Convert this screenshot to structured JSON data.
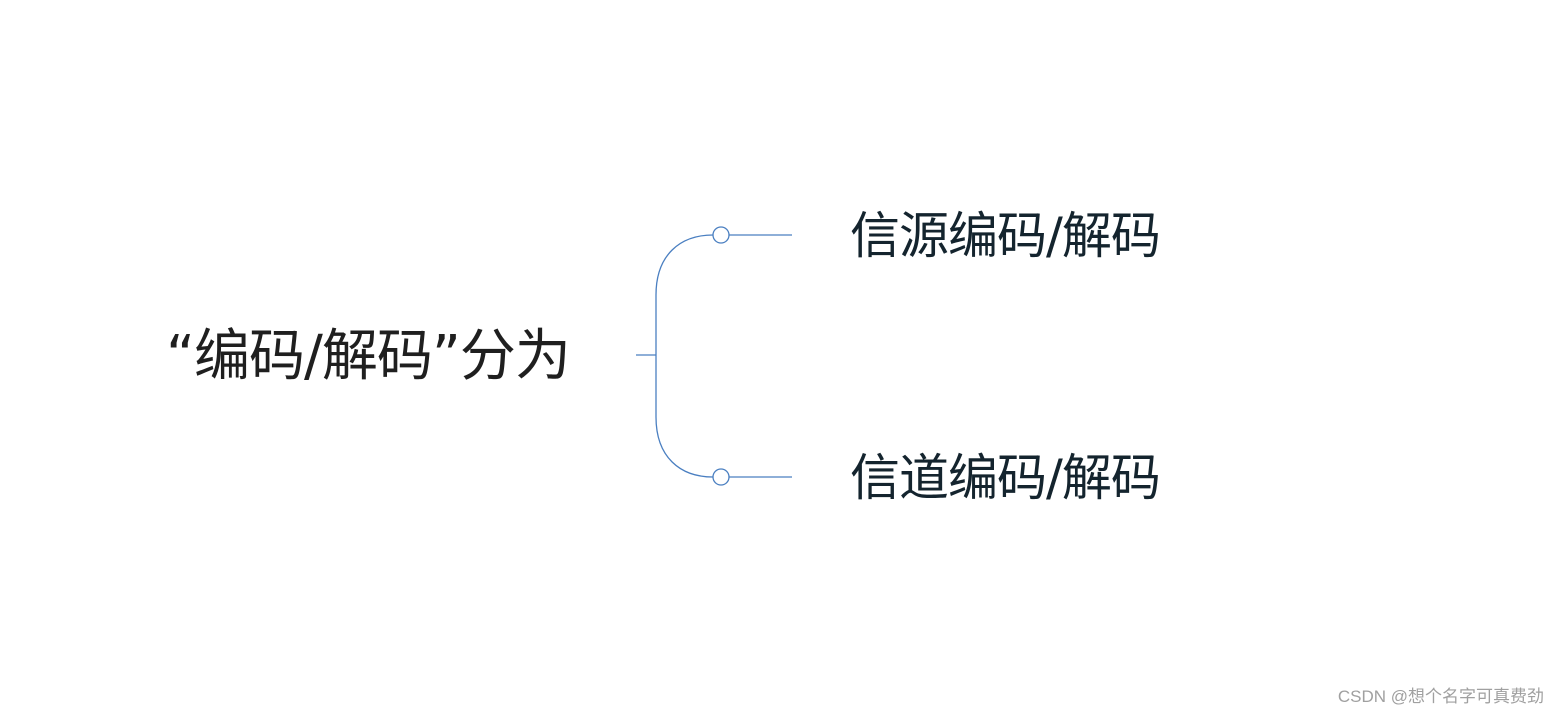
{
  "diagram": {
    "type": "mind-map",
    "root": {
      "label": "“编码/解码”分为"
    },
    "children": [
      {
        "label": "信源编码/解码"
      },
      {
        "label": "信道编码/解码"
      }
    ],
    "connector_color": "#4a7fc1"
  },
  "watermark": {
    "text": "CSDN @想个名字可真费劲"
  }
}
